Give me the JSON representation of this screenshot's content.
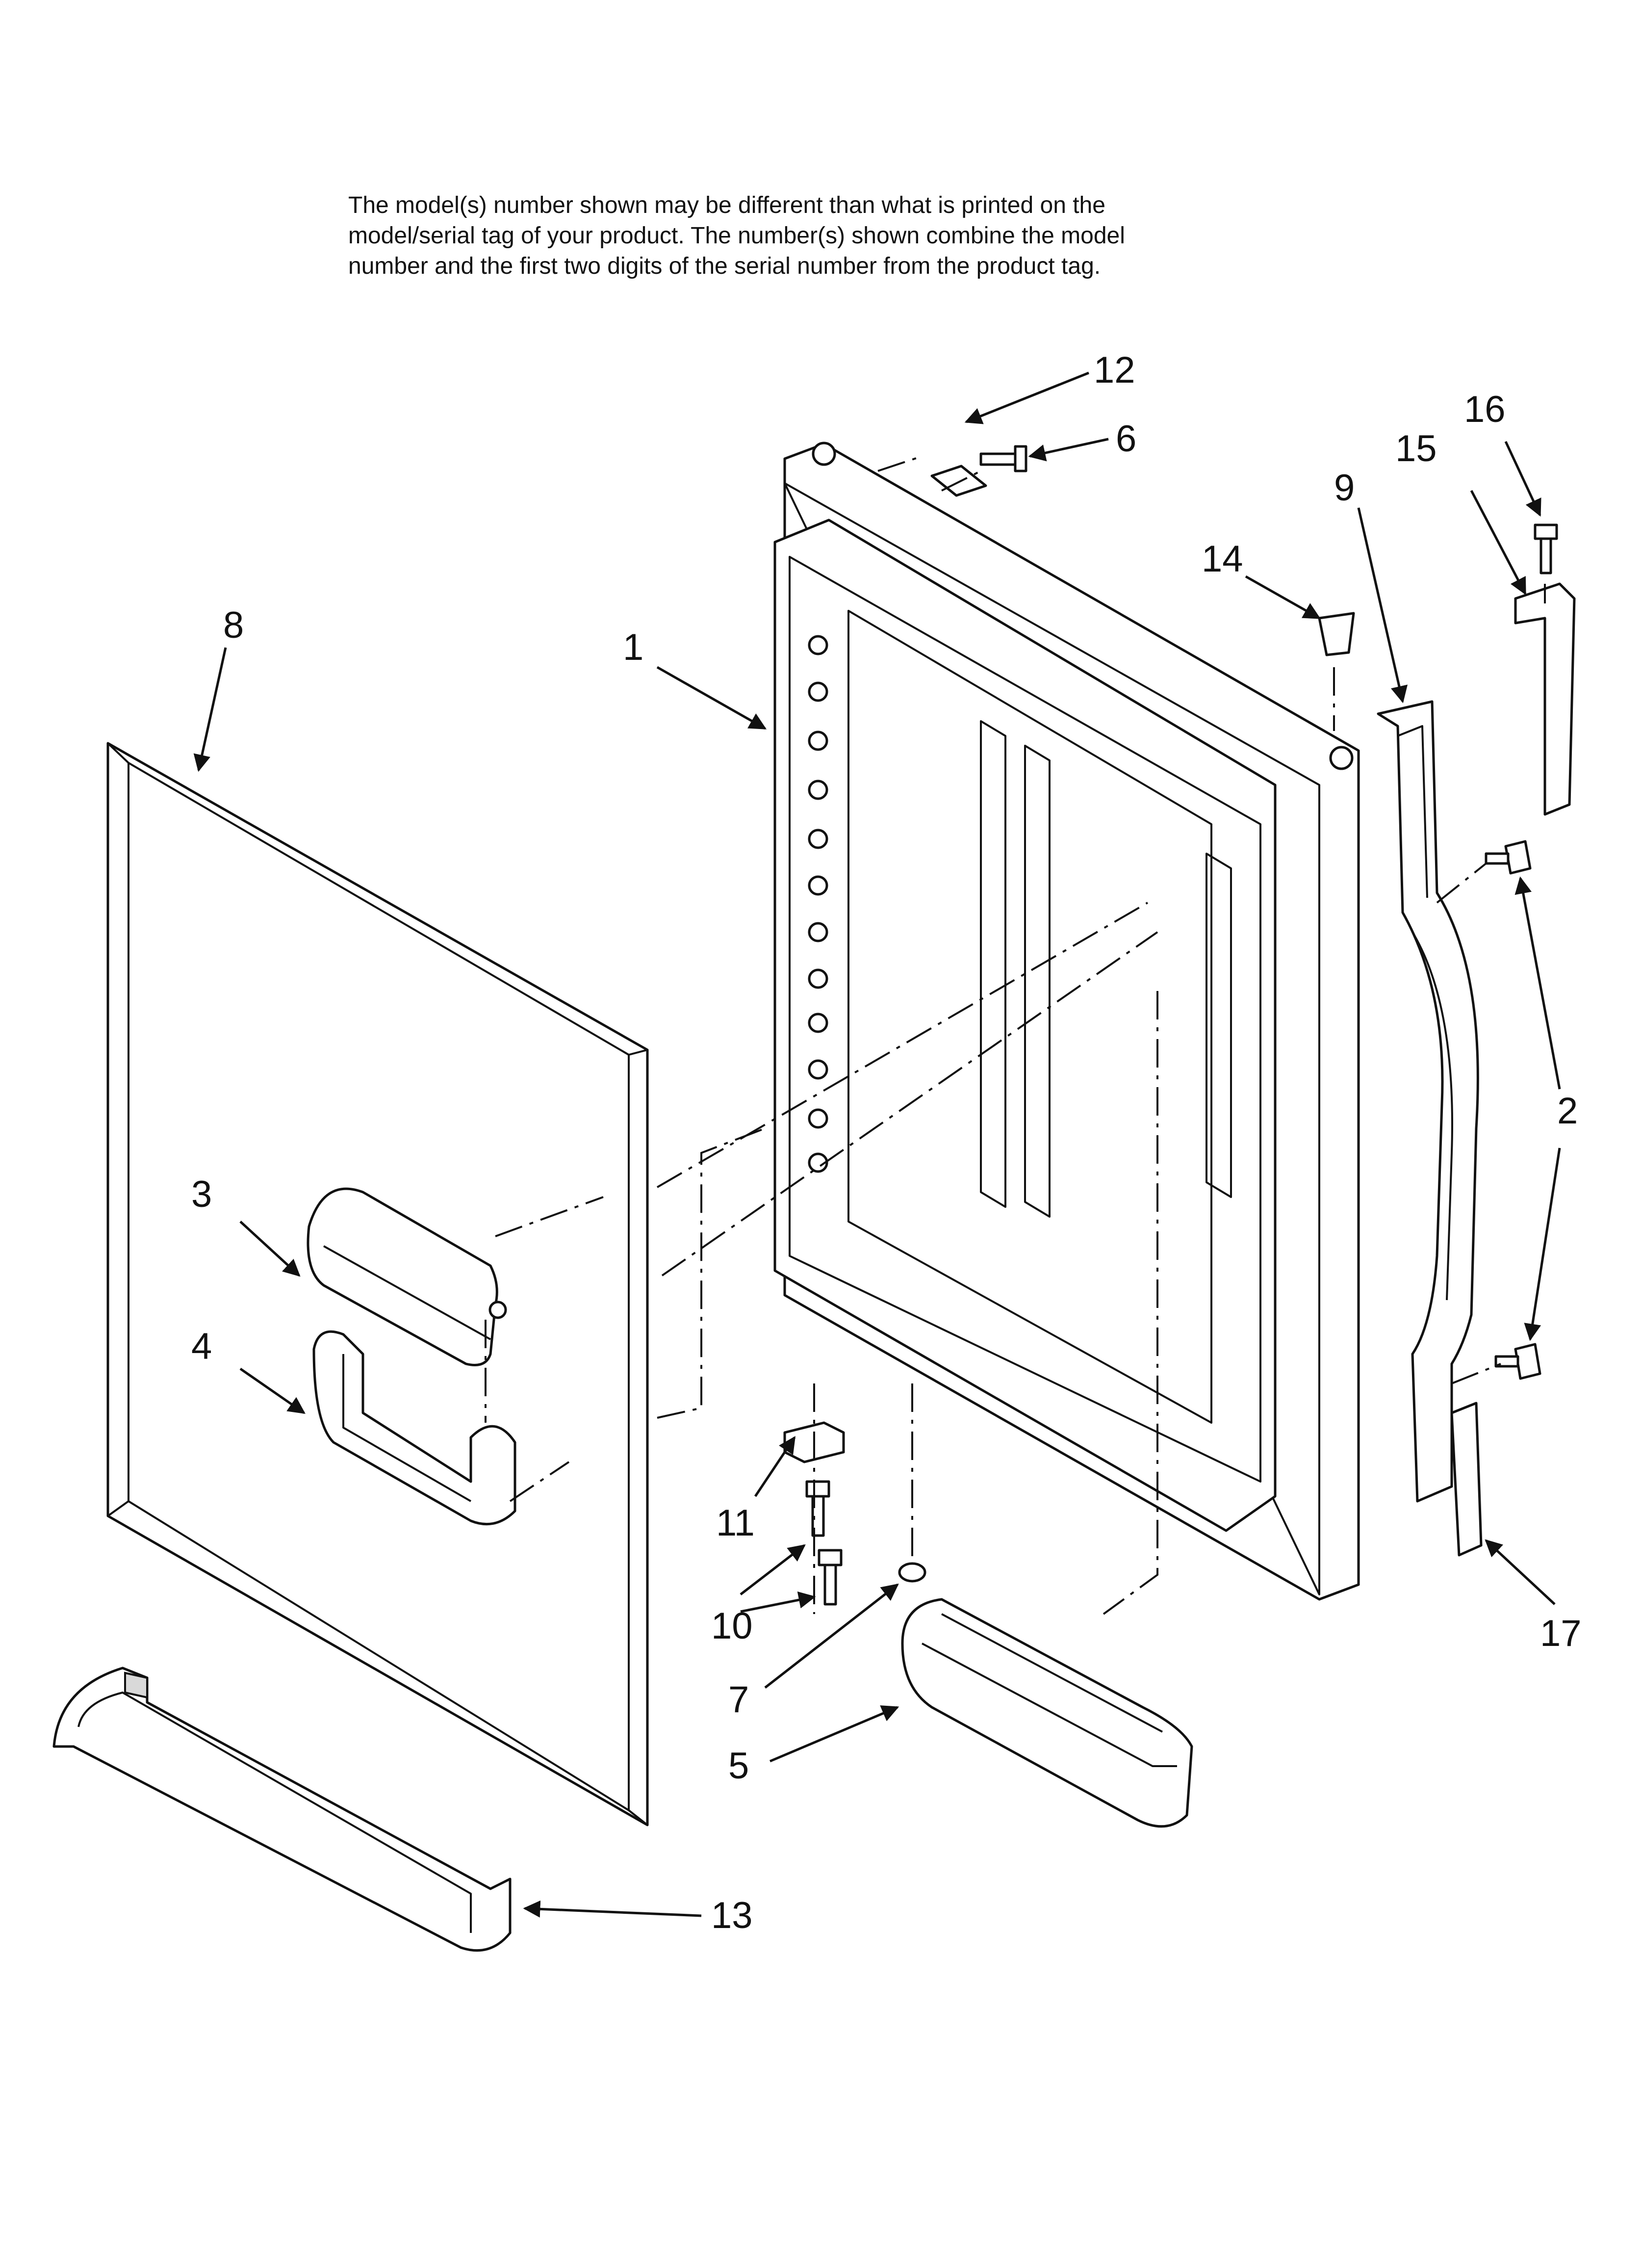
{
  "note": {
    "lines": [
      "The model(s) number shown may be different than what is printed on the",
      "model/serial tag of your product. The number(s) shown combine the model",
      "number and the first two digits of the serial number from the product tag."
    ]
  },
  "callouts": {
    "c1": "1",
    "c2": "2",
    "c3": "3",
    "c4": "4",
    "c5": "5",
    "c6": "6",
    "c7": "7",
    "c8": "8",
    "c9": "9",
    "c10": "10",
    "c11": "11",
    "c12": "12",
    "c13": "13",
    "c14": "14",
    "c15": "15",
    "c16": "16",
    "c17": "17"
  },
  "colors": {
    "line": "#111111",
    "background": "#ffffff",
    "shade": "#d9d9d9"
  }
}
